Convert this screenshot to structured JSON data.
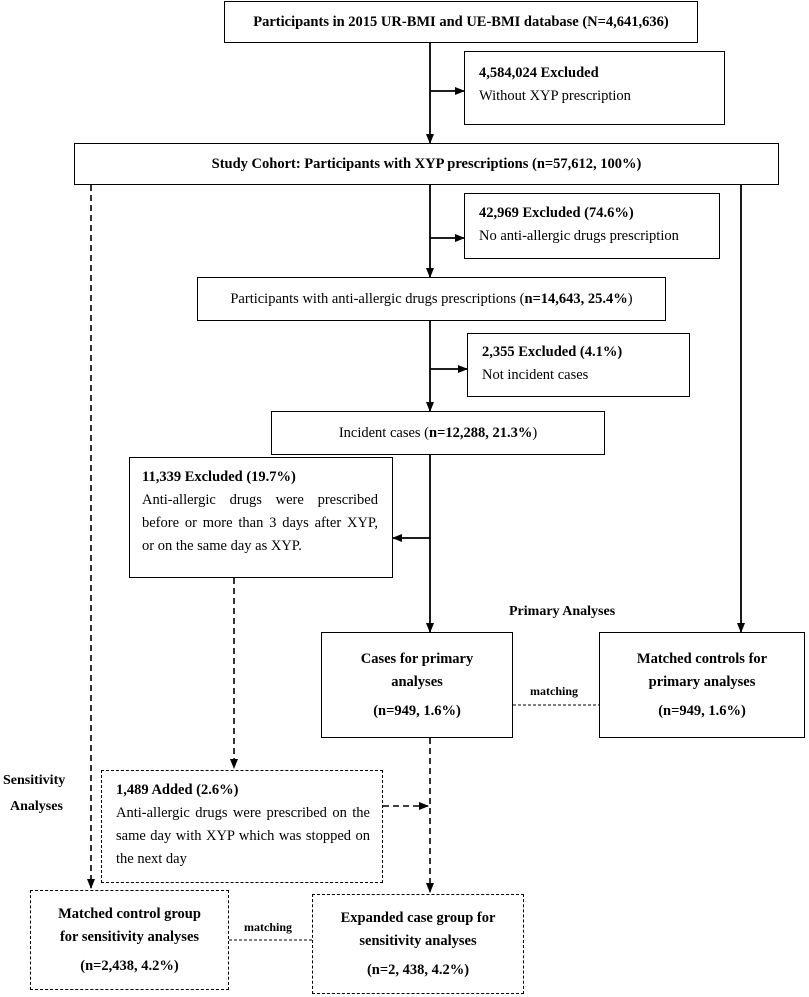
{
  "boxes": {
    "database": {
      "text": "Participants in 2015 UR-BMI and UE-BMI database (N=4,641,636)"
    },
    "excl_xyp": {
      "title": "4,584,024 Excluded",
      "desc": "Without XYP prescription"
    },
    "cohort": {
      "text": "Study Cohort: Participants with XYP prescriptions (n=57,612, 100%)"
    },
    "excl_antiallergic": {
      "title": "42,969 Excluded (74.6%)",
      "desc": "No anti-allergic drugs prescription"
    },
    "antiallergic": {
      "text": "Participants with anti-allergic drugs prescriptions (",
      "count": "n=14,643, 25.4%",
      "close": ")"
    },
    "excl_incident": {
      "title": "2,355 Excluded (4.1%)",
      "desc": "Not incident cases"
    },
    "incident": {
      "text": "Incident cases (",
      "count": "n=12,288, 21.3%",
      "close": ")"
    },
    "excl_timing": {
      "title": "11,339 Excluded (19.7%)",
      "desc": "Anti-allergic drugs were prescribed before or more than 3 days after XYP, or on the same day as XYP."
    },
    "cases_primary": {
      "line1": "Cases for primary",
      "line2": "analyses",
      "count": "(n=949, 1.6%)"
    },
    "controls_primary": {
      "line1": "Matched controls for",
      "line2": "primary analyses",
      "count": "(n=949, 1.6%)"
    },
    "added": {
      "title": "1,489 Added (2.6%)",
      "desc": "Anti-allergic drugs were prescribed on the same day with XYP which was stopped on the next day"
    },
    "controls_sensitivity": {
      "line1": "Matched control group",
      "line2": "for sensitivity analyses",
      "count": "(n=2,438, 4.2%)"
    },
    "cases_sensitivity": {
      "line1": "Expanded case group for",
      "line2": "sensitivity analyses",
      "count": "(n=2, 438, 4.2%)"
    }
  },
  "labels": {
    "primary_analyses": "Primary Analyses",
    "sensitivity_line1": "Sensitivity",
    "sensitivity_line2": "Analyses",
    "matching_primary": "matching",
    "matching_sensitivity": "matching"
  }
}
